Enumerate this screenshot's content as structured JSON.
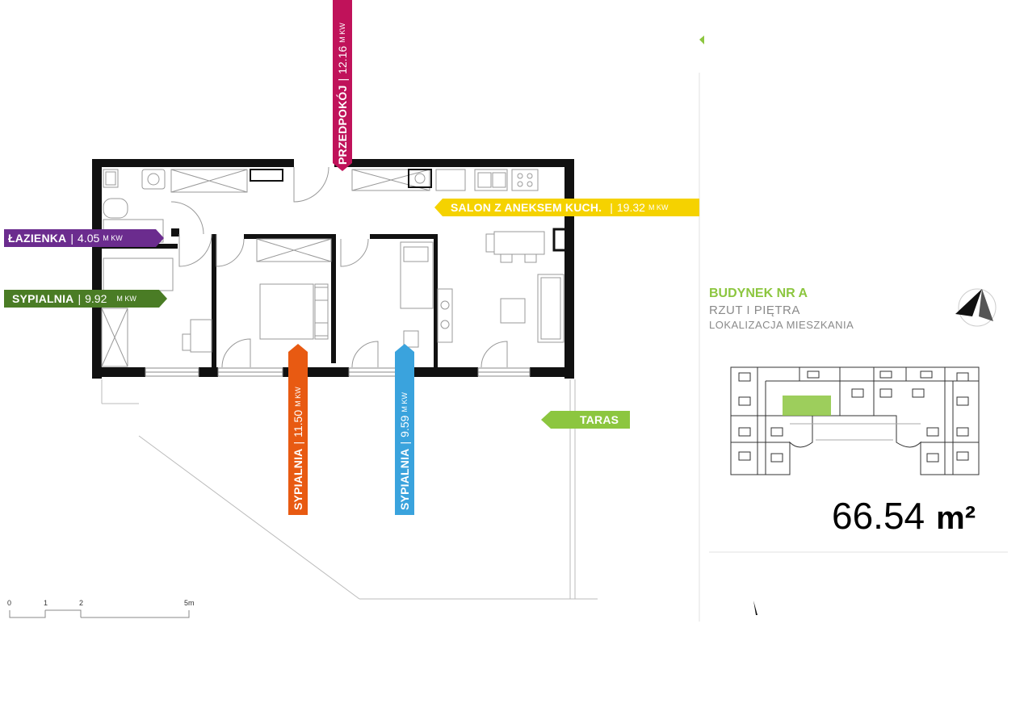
{
  "rooms": {
    "przedpokoj": {
      "name": "PRZEDPOKÓJ",
      "area": "12.16",
      "unit": "M KW",
      "color": "#c0125a"
    },
    "lazienka": {
      "name": "ŁAZIENKA",
      "area": "4.05",
      "unit": "M KW",
      "color": "#6b2c8e"
    },
    "sypialnia1": {
      "name": "SYPIALNIA",
      "area": "9.92",
      "unit": "M KW",
      "color": "#4a7c25"
    },
    "salon": {
      "name": "SALON Z ANEKSEM KUCH.",
      "area": "19.32",
      "unit": "M KW",
      "color": "#f5d200"
    },
    "sypialnia2": {
      "name": "SYPIALNIA",
      "area": "11.50",
      "unit": "M KW",
      "color": "#e85a12"
    },
    "sypialnia3": {
      "name": "SYPIALNIA",
      "area": "9.59",
      "unit": "M KW",
      "color": "#3aa3dd"
    },
    "taras": {
      "name": "TARAS",
      "color": "#8cc63f"
    }
  },
  "building": {
    "name": "BUDYNEK NR A",
    "floor": "RZUT I PIĘTRA",
    "location": "LOKALIZACJA MIESZKANIA",
    "highlight_color": "#8cc63f"
  },
  "total_area": {
    "value": "66.54",
    "unit": "m²"
  },
  "scale": {
    "ticks": [
      "0",
      "1",
      "2",
      "5m"
    ]
  }
}
